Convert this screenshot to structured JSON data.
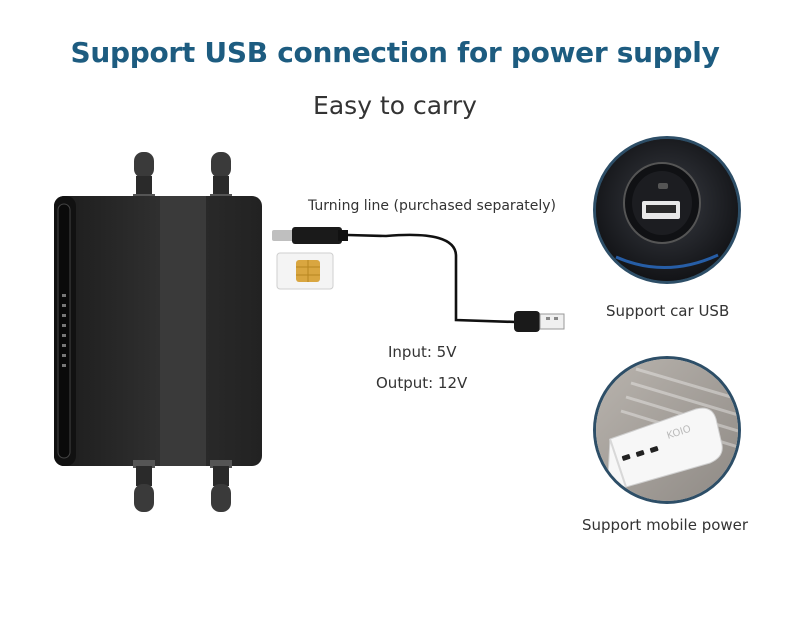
{
  "header": {
    "title": "Support USB connection for power supply",
    "subtitle": "Easy to carry"
  },
  "cable": {
    "label": "Turning line (purchased separately)",
    "input": "Input: 5V",
    "output": "Output: 12V"
  },
  "options": [
    {
      "label": "Support car USB",
      "icon": "car-usb-socket-icon"
    },
    {
      "label": "Support mobile power",
      "icon": "power-bank-icon"
    }
  ],
  "power_bank_brand": "KOIO",
  "colors": {
    "title": "#1d5c80",
    "circle_border": "#2d4e67",
    "router_body": "#2b2b2b",
    "sim_chip": "#d9a640"
  }
}
